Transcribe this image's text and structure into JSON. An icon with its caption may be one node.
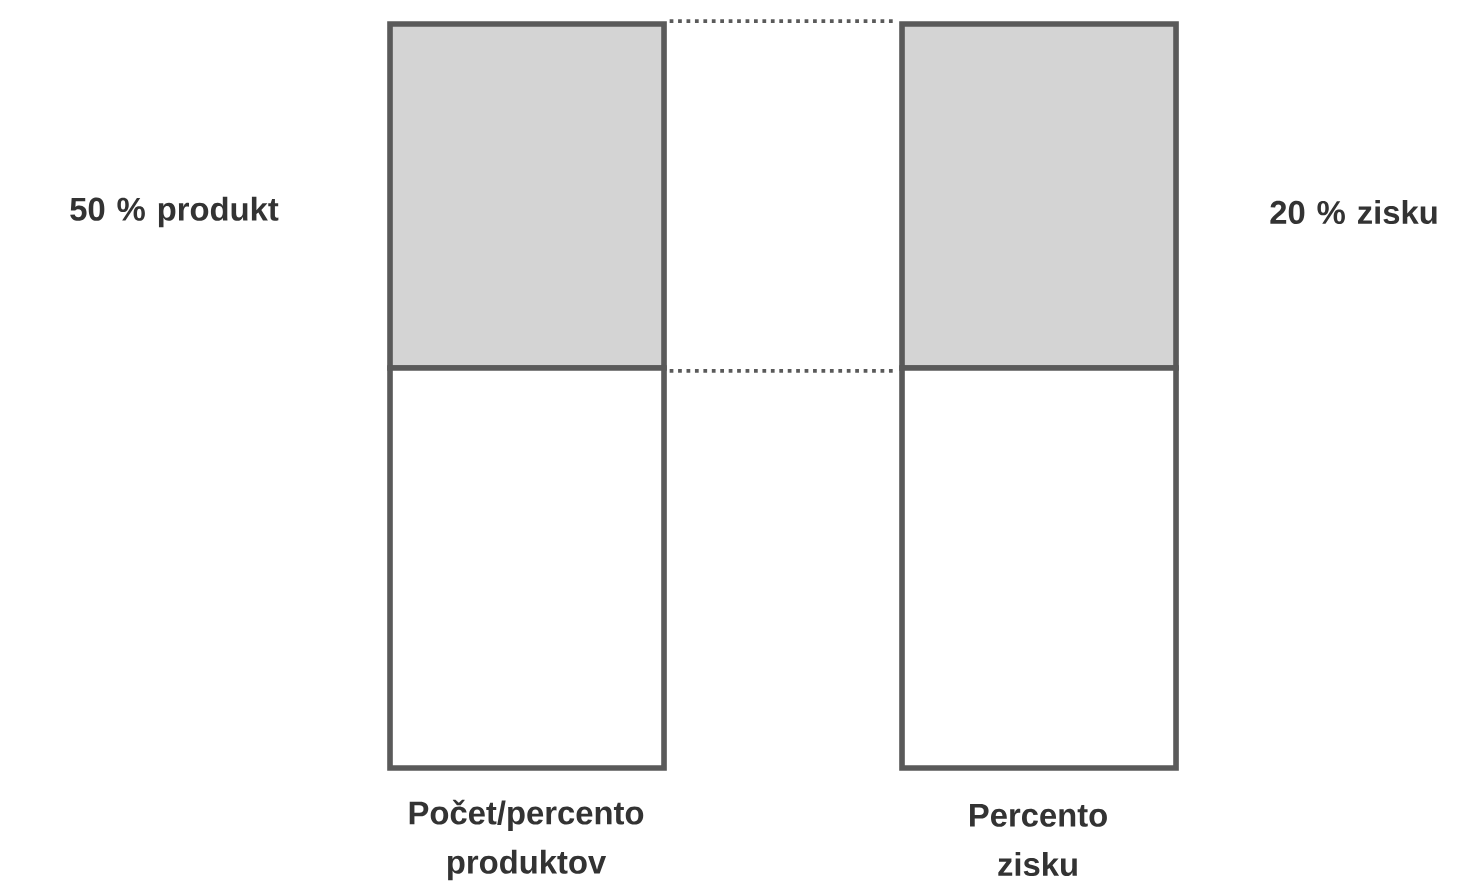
{
  "diagram": {
    "nodes": [
      {
        "text": [],
        "shape": "box",
        "beside": [
          "50 % produkt"
        ]
      },
      {
        "text": [],
        "shape": "box",
        "beside": [
          "Počet/percento produktov"
        ]
      },
      {
        "text": [],
        "shape": "box",
        "beside": [
          "20 % zisku"
        ]
      },
      {
        "text": [],
        "shape": "box",
        "beside": [
          "Percento zisku"
        ]
      }
    ],
    "edges": [
      {
        "from": 0,
        "to": 2,
        "arrow": "none",
        "style": "dashed"
      },
      {
        "from": 0,
        "to": 2,
        "arrow": "none",
        "style": "dashed"
      }
    ]
  }
}
